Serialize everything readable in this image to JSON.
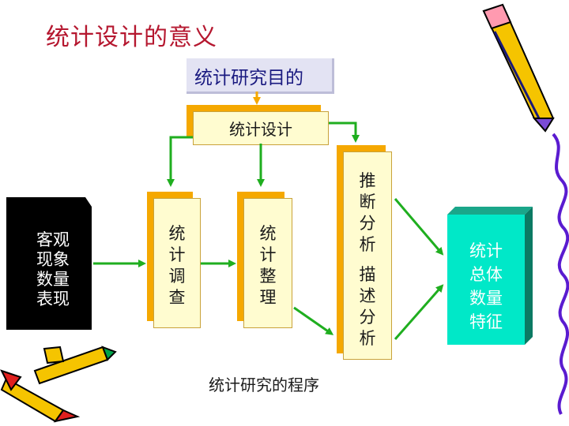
{
  "slide": {
    "title": "统计设计的意义",
    "purpose": "统计研究目的",
    "design": "统计设计",
    "survey": [
      "统",
      "计",
      "调",
      "查"
    ],
    "arrange": [
      "统",
      "计",
      "整",
      "理"
    ],
    "analysis_top": [
      "推",
      "断",
      "分",
      "析"
    ],
    "analysis_bottom": [
      "描",
      "述",
      "分",
      "析"
    ],
    "phenomenon": [
      "客观",
      "现象",
      "数量",
      "表现"
    ],
    "result": [
      "统计",
      "总体",
      "数量",
      "特征"
    ],
    "caption": "统计研究的程序"
  },
  "colors": {
    "title": "#b5172f",
    "arrow_green": "#1fae1f",
    "arrow_orange": "#f5a800",
    "box_orange": "#f5a800",
    "box_fill": "#fffcd0",
    "result": "#00e5c8"
  },
  "icons": [
    "pencil-icon",
    "crayons-icon"
  ]
}
